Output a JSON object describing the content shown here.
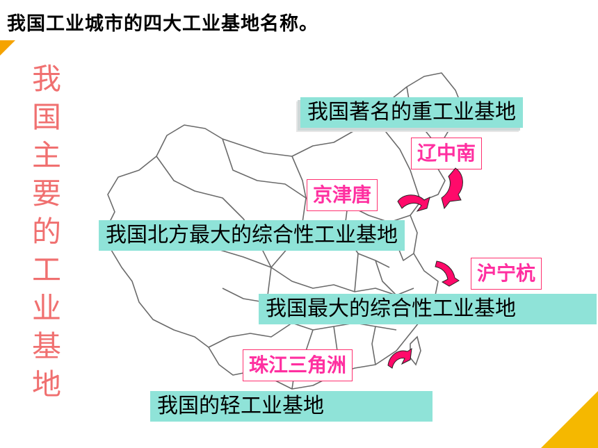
{
  "slide": {
    "title": "我国工业城市的四大工业基地名称。",
    "side_title": [
      "我",
      "国",
      "主",
      "要",
      "的",
      "工",
      "业",
      "基",
      "地"
    ]
  },
  "banners": {
    "heavy": "我国著名的重工业基地",
    "north": "我国北方最大的综合性工业基地",
    "largest": "我国最大的综合性工业基地",
    "light": "我国的轻工业基地"
  },
  "bases": {
    "liaozhongnan": "辽中南",
    "jingjintang": "京津唐",
    "huningxiang": "沪宁杭",
    "zhujiang": "珠江三角洲"
  },
  "colors": {
    "banner_bg": "#8fe3d8",
    "tag_text": "#ff2fa0",
    "arrow": "#ff0a6a",
    "side_title": "#f07070",
    "accent": "#f5b800"
  }
}
